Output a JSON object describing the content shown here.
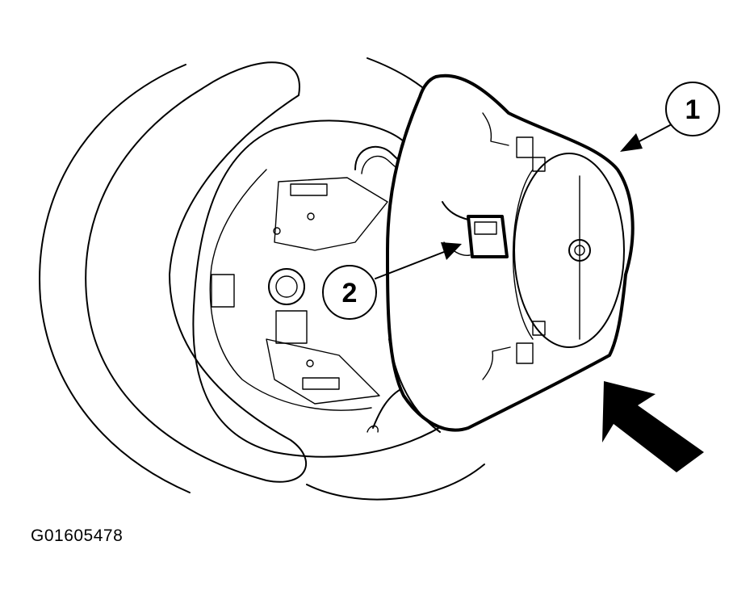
{
  "diagram": {
    "callouts": [
      {
        "id": "1",
        "label": "1"
      },
      {
        "id": "2",
        "label": "2"
      }
    ],
    "figure_code": "G01605478",
    "colors": {
      "ink": "#000000",
      "paper": "#ffffff"
    }
  }
}
